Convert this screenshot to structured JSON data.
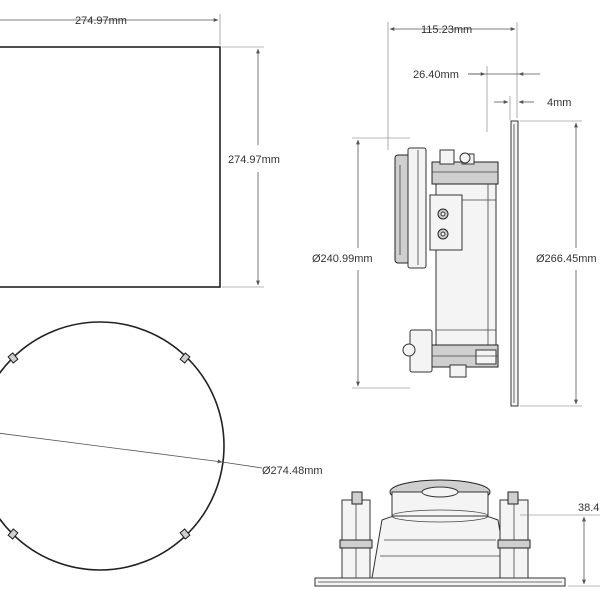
{
  "dimensions": {
    "front_width": "274.97mm",
    "front_height": "274.97mm",
    "side_depth": "115.23mm",
    "side_mount_depth": "26.40mm",
    "side_flange": "4mm",
    "side_inner_diameter": "Ø240.99mm",
    "side_outer_diameter": "Ø266.45mm",
    "round_diameter": "Ø274.48mm",
    "bottom_height": "38.4"
  },
  "colors": {
    "line": "#222222",
    "dimension": "#555555",
    "background": "#ffffff"
  }
}
